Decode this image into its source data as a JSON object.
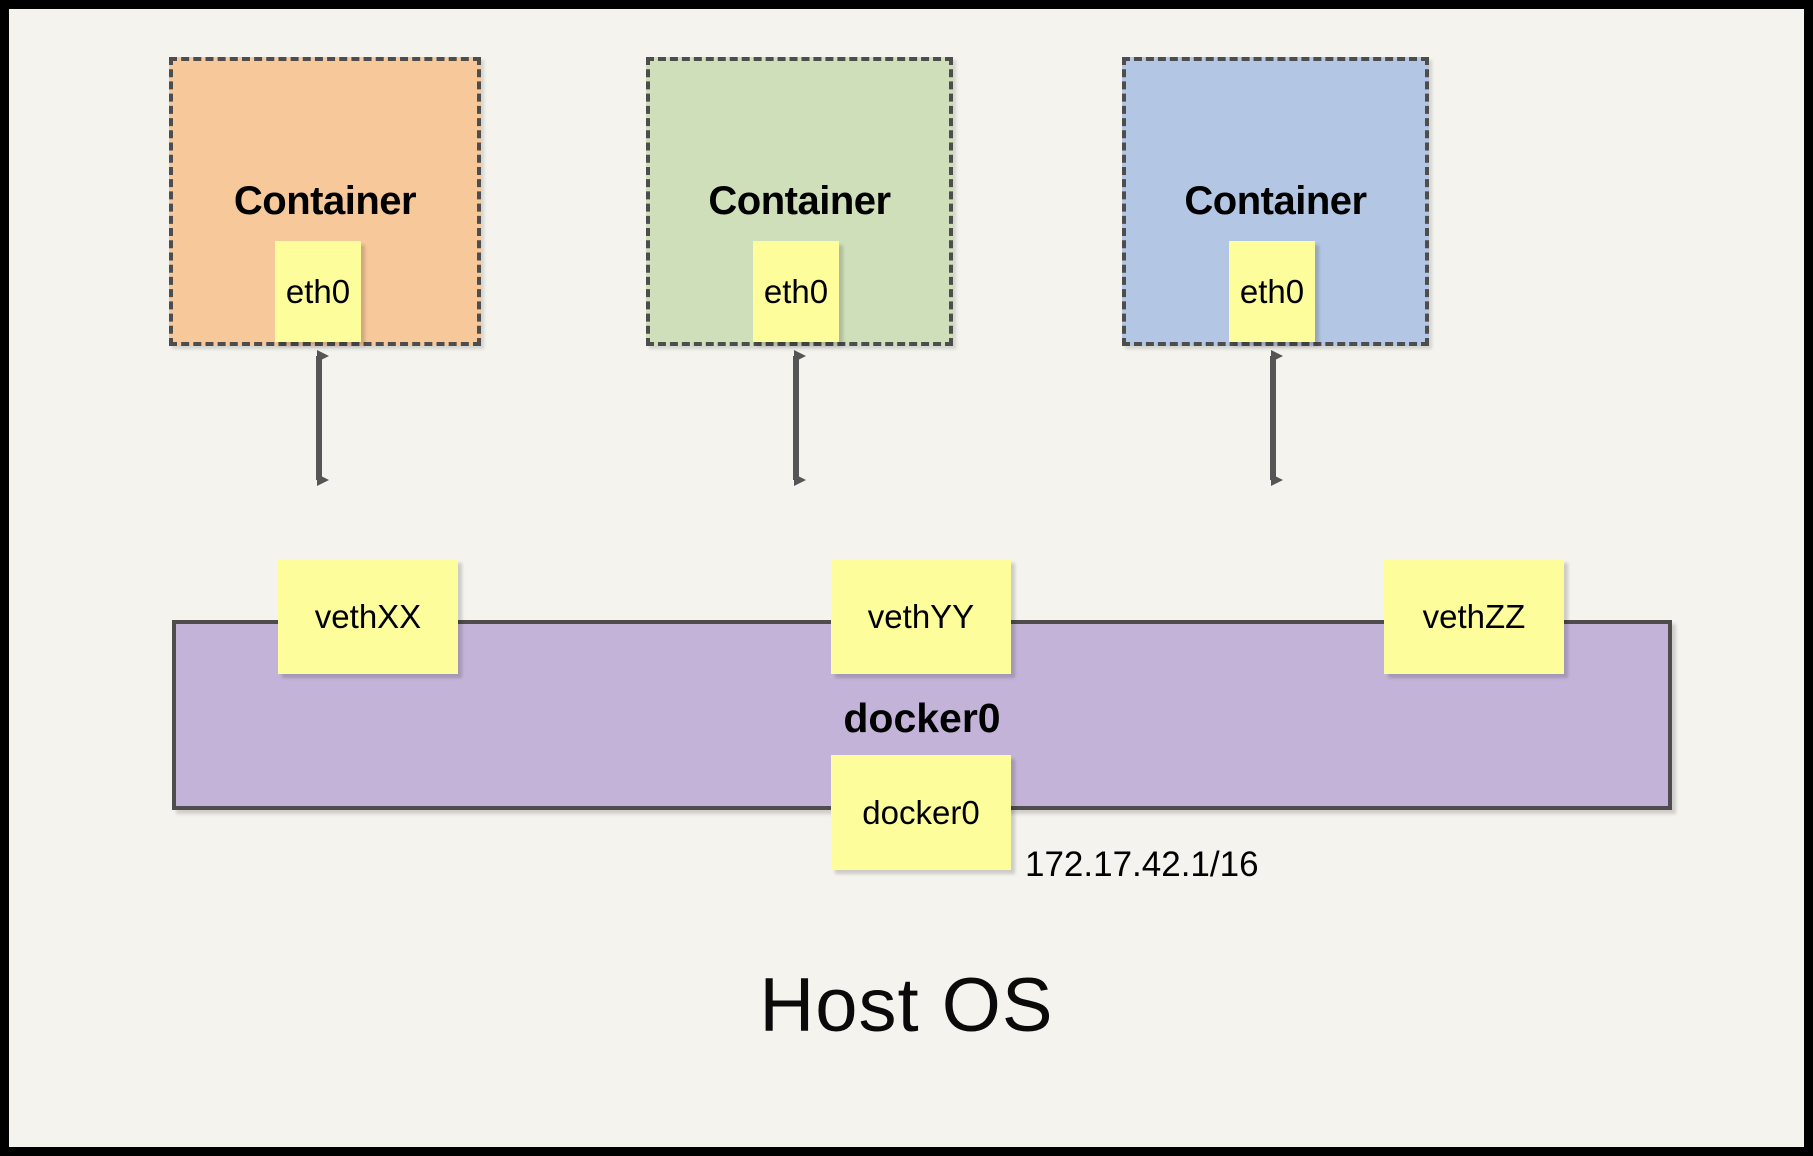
{
  "diagram": {
    "title_visible": false,
    "background_color": "#f4f3ee",
    "frame_color": "#000000",
    "host_label": "Host OS",
    "ip_label": "172.17.42.1/16",
    "bridge": {
      "name": "docker0",
      "bar_label": "docker0",
      "node_label": "docker0",
      "color": "#c3b3d8",
      "border_color": "#4d4d4d"
    },
    "containers": [
      {
        "title": "Container",
        "interface": "eth0",
        "color": "#f7c89a",
        "border_color": "#4d4d4d",
        "veth": "vethXX"
      },
      {
        "title": "Container",
        "interface": "eth0",
        "color": "#cfdfba",
        "border_color": "#4d4d4d",
        "veth": "vethYY"
      },
      {
        "title": "Container",
        "interface": "eth0",
        "color": "#b3c6e3",
        "border_color": "#4d4d4d",
        "veth": "vethZZ"
      }
    ],
    "node_box_color": "#fdfd9c",
    "arrow_color": "#555555",
    "arrows": [
      {
        "from": "eth0",
        "to": "vethXX",
        "bidirectional": true
      },
      {
        "from": "eth0",
        "to": "vethYY",
        "bidirectional": true
      },
      {
        "from": "eth0",
        "to": "vethZZ",
        "bidirectional": true
      }
    ]
  }
}
